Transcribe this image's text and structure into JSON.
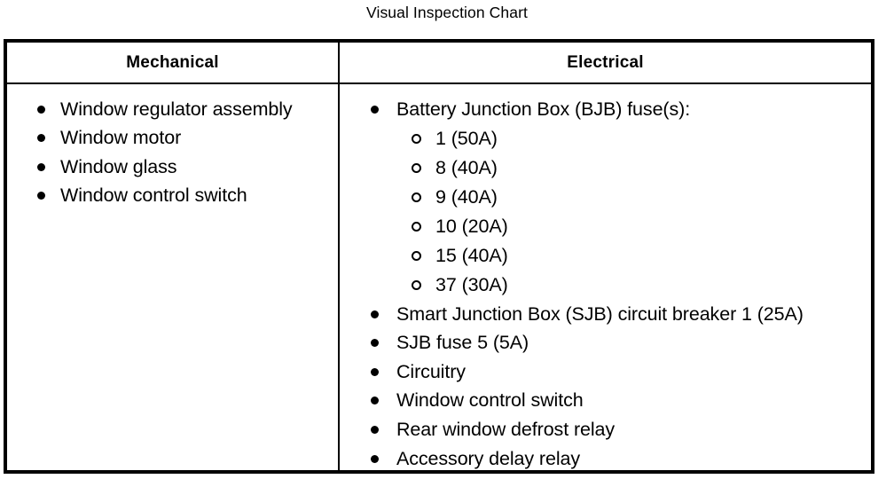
{
  "title": "Visual Inspection Chart",
  "table": {
    "columns": [
      {
        "id": "mechanical",
        "header": "Mechanical"
      },
      {
        "id": "electrical",
        "header": "Electrical"
      }
    ],
    "mechanical": {
      "items": [
        {
          "level": 1,
          "marker": "solid-bullet",
          "text": "Window regulator assembly"
        },
        {
          "level": 1,
          "marker": "solid-bullet",
          "text": "Window motor"
        },
        {
          "level": 1,
          "marker": "solid-bullet",
          "text": "Window glass"
        },
        {
          "level": 1,
          "marker": "solid-bullet",
          "text": "Window control switch"
        }
      ]
    },
    "electrical": {
      "items": [
        {
          "level": 1,
          "marker": "solid-bullet",
          "text": "Battery Junction Box (BJB) fuse(s):"
        },
        {
          "level": 2,
          "marker": "hollow-bullet",
          "text": "1 (50A)"
        },
        {
          "level": 2,
          "marker": "hollow-bullet",
          "text": "8 (40A)"
        },
        {
          "level": 2,
          "marker": "hollow-bullet",
          "text": "9 (40A)"
        },
        {
          "level": 2,
          "marker": "hollow-bullet",
          "text": "10 (20A)"
        },
        {
          "level": 2,
          "marker": "hollow-bullet",
          "text": "15 (40A)"
        },
        {
          "level": 2,
          "marker": "hollow-bullet",
          "text": "37 (30A)"
        },
        {
          "level": 1,
          "marker": "solid-bullet",
          "text": "Smart Junction Box (SJB) circuit breaker 1 (25A)"
        },
        {
          "level": 1,
          "marker": "solid-bullet",
          "text": "SJB fuse 5 (5A)"
        },
        {
          "level": 1,
          "marker": "solid-bullet",
          "text": "Circuitry"
        },
        {
          "level": 1,
          "marker": "solid-bullet",
          "text": "Window control switch"
        },
        {
          "level": 1,
          "marker": "solid-bullet",
          "text": "Rear window defrost relay"
        },
        {
          "level": 1,
          "marker": "solid-bullet",
          "text": "Accessory delay relay"
        }
      ]
    }
  },
  "colors": {
    "text": "#000000",
    "background": "#ffffff",
    "border": "#000000"
  }
}
